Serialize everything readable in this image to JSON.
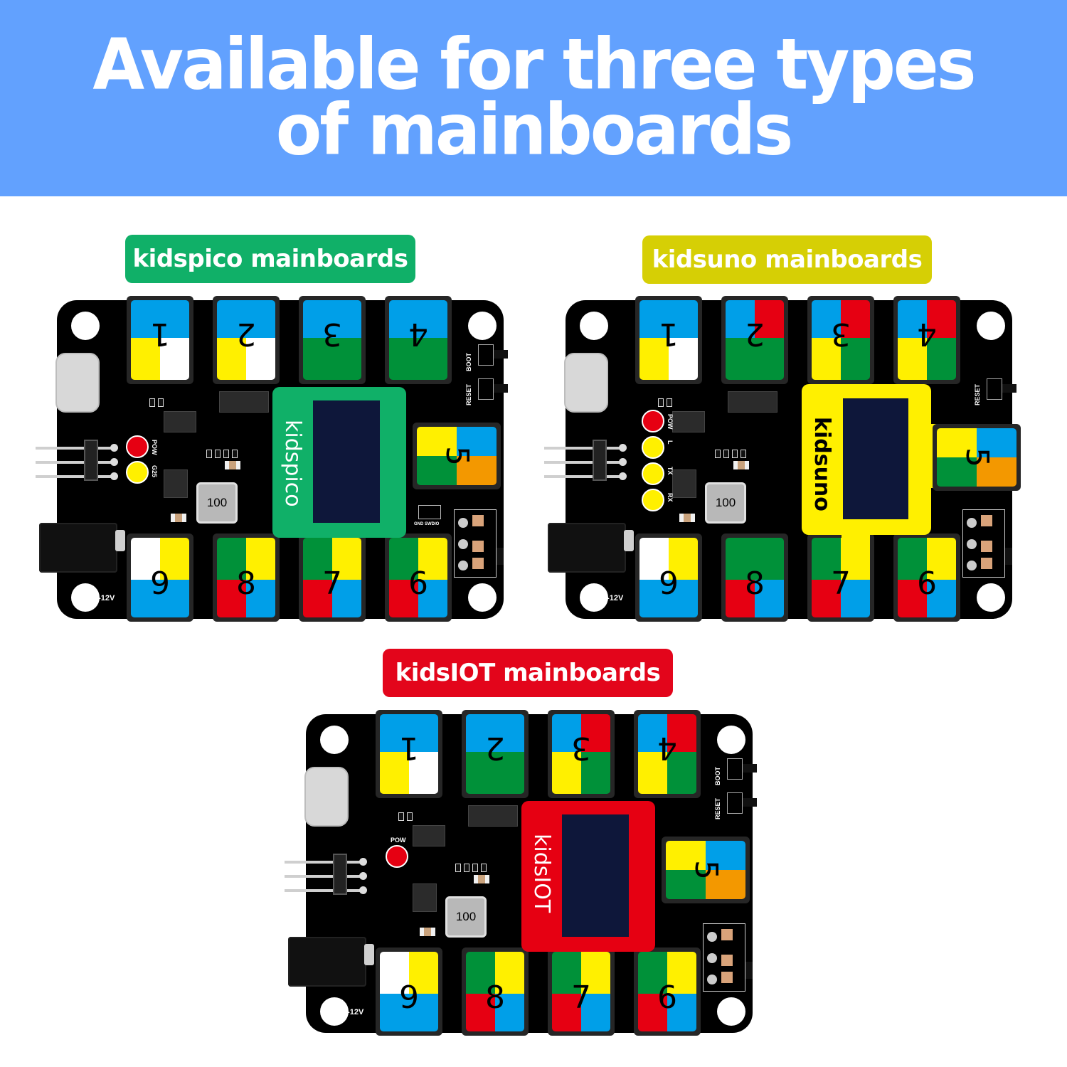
{
  "banner": {
    "line1": "Available for three types",
    "line2": "of mainboards",
    "background": "#62a1fe"
  },
  "colors": {
    "blue": "#009fe8",
    "yellow": "#fff000",
    "white": "#ffffff",
    "green": "#009139",
    "red": "#e60012",
    "orange": "#f39800",
    "oled_screen": "#0e173a"
  },
  "boards": [
    {
      "id": "kidspico",
      "label": "kidspico mainboards",
      "label_color": "#10b068",
      "oled_brand": "kidspico",
      "oled_color": "#10b068",
      "oled_text_color": "#ffffff",
      "silkscreen": {
        "led1": "POW",
        "led2": "G25",
        "button1": "BOOT",
        "button2": "RESET",
        "header_pins": "GND  SWDIO",
        "power": "6-12V",
        "inductor": "100"
      },
      "ports_top": [
        {
          "num": "1",
          "quads": [
            "blue",
            "blue",
            "yellow",
            "white"
          ]
        },
        {
          "num": "2",
          "quads": [
            "blue",
            "blue",
            "yellow",
            "white"
          ]
        },
        {
          "num": "3",
          "quads": [
            "blue",
            "blue",
            "green",
            "green"
          ]
        },
        {
          "num": "4",
          "quads": [
            "blue",
            "blue",
            "green",
            "green"
          ]
        }
      ],
      "port_side": {
        "num": "5",
        "quads": [
          "yellow",
          "blue",
          "green",
          "orange"
        ]
      },
      "ports_bottom": [
        {
          "num": "9",
          "quads": [
            "white",
            "yellow",
            "blue",
            "blue"
          ]
        },
        {
          "num": "8",
          "quads": [
            "green",
            "yellow",
            "red",
            "blue"
          ]
        },
        {
          "num": "7",
          "quads": [
            "green",
            "yellow",
            "red",
            "blue"
          ]
        },
        {
          "num": "6",
          "quads": [
            "green",
            "yellow",
            "red",
            "blue"
          ]
        }
      ]
    },
    {
      "id": "kidsuno",
      "label": "kidsuno mainboards",
      "label_color": "#d6cf05",
      "oled_brand": "kidsuno",
      "oled_color": "#fff000",
      "oled_text_color": "#000000",
      "silkscreen": {
        "led1": "POW",
        "led2": "L",
        "led3": "TX",
        "led4": "RX",
        "button1": "RESET",
        "power": "6-12V",
        "inductor": "100"
      },
      "ports_top": [
        {
          "num": "1",
          "quads": [
            "blue",
            "blue",
            "yellow",
            "white"
          ]
        },
        {
          "num": "2",
          "quads": [
            "blue",
            "red",
            "green",
            "green"
          ]
        },
        {
          "num": "3",
          "quads": [
            "blue",
            "red",
            "yellow",
            "green"
          ]
        },
        {
          "num": "4",
          "quads": [
            "blue",
            "red",
            "yellow",
            "green"
          ]
        }
      ],
      "port_side": {
        "num": "5",
        "quads": [
          "yellow",
          "blue",
          "green",
          "orange"
        ]
      },
      "ports_bottom": [
        {
          "num": "9",
          "quads": [
            "white",
            "yellow",
            "blue",
            "blue"
          ]
        },
        {
          "num": "8",
          "quads": [
            "green",
            "green",
            "red",
            "blue"
          ]
        },
        {
          "num": "7",
          "quads": [
            "green",
            "yellow",
            "red",
            "blue"
          ]
        },
        {
          "num": "6",
          "quads": [
            "green",
            "yellow",
            "red",
            "blue"
          ]
        }
      ]
    },
    {
      "id": "kidsiot",
      "label": "kidsIOT mainboards",
      "label_color": "#e3051b",
      "oled_brand": "kidsIOT",
      "oled_color": "#e60012",
      "oled_text_color": "#ffffff",
      "silkscreen": {
        "led1": "POW",
        "button1": "BOOT",
        "button2": "RESET",
        "power": "6-12V",
        "inductor": "100"
      },
      "ports_top": [
        {
          "num": "1",
          "quads": [
            "blue",
            "blue",
            "yellow",
            "white"
          ]
        },
        {
          "num": "2",
          "quads": [
            "blue",
            "blue",
            "green",
            "green"
          ]
        },
        {
          "num": "3",
          "quads": [
            "blue",
            "red",
            "yellow",
            "green"
          ]
        },
        {
          "num": "4",
          "quads": [
            "blue",
            "red",
            "yellow",
            "green"
          ]
        }
      ],
      "port_side": {
        "num": "5",
        "quads": [
          "yellow",
          "blue",
          "green",
          "orange"
        ]
      },
      "ports_bottom": [
        {
          "num": "9",
          "quads": [
            "white",
            "yellow",
            "blue",
            "blue"
          ]
        },
        {
          "num": "8",
          "quads": [
            "green",
            "yellow",
            "red",
            "blue"
          ]
        },
        {
          "num": "7",
          "quads": [
            "green",
            "yellow",
            "red",
            "blue"
          ]
        },
        {
          "num": "6",
          "quads": [
            "green",
            "yellow",
            "red",
            "blue"
          ]
        }
      ]
    }
  ]
}
